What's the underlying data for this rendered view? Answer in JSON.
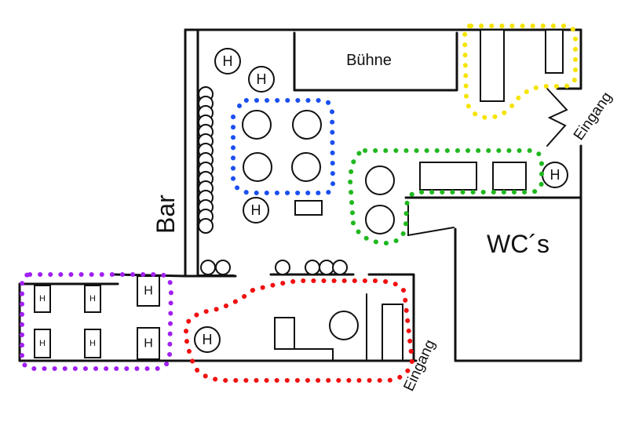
{
  "plan": {
    "labels": {
      "stage": "Bühne",
      "bar": "Bar",
      "toilets": "WC´s",
      "entrance_right": "Eingang",
      "entrance_bottom": "Eingang",
      "high_table": "H"
    },
    "zones": [
      {
        "name": "yellow-zone",
        "color": "#f5e400"
      },
      {
        "name": "blue-zone",
        "color": "#1a4ff0"
      },
      {
        "name": "green-zone",
        "color": "#1fb81f"
      },
      {
        "name": "purple-zone",
        "color": "#a020f0"
      },
      {
        "name": "red-zone",
        "color": "#f01010"
      }
    ]
  }
}
